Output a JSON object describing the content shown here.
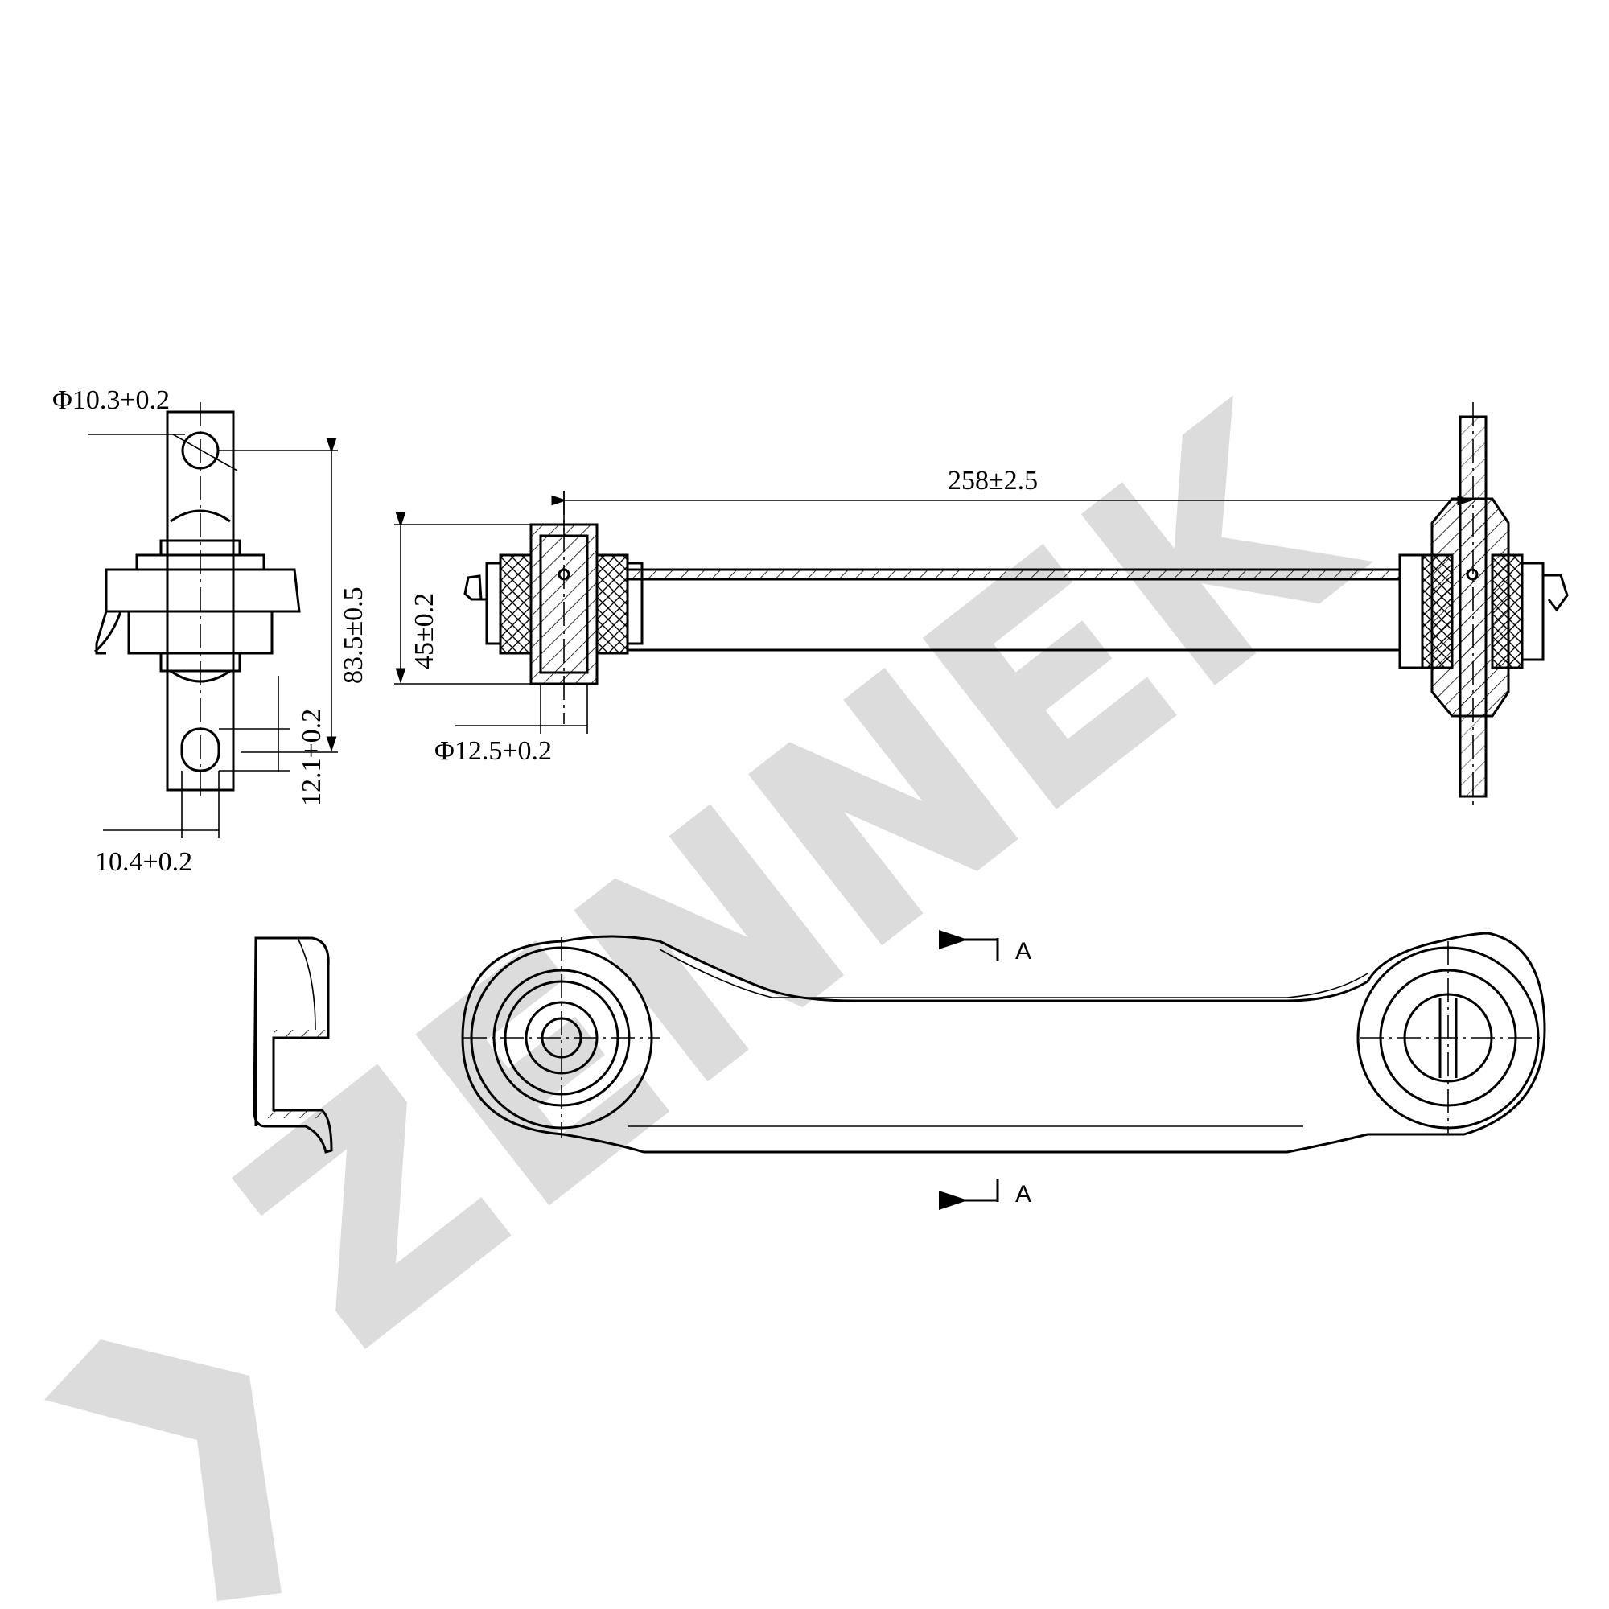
{
  "watermark": {
    "text": "ZENNEK",
    "color": "#d8d8d8"
  },
  "dimensions": {
    "bolt_hole_diameter": "Φ10.3+0.2",
    "overall_height": "83.5±0.5",
    "slot_length": "12.1+0.2",
    "slot_width": "10.4+0.2",
    "bushing_width": "45±0.2",
    "bushing_bore": "Φ12.5+0.2",
    "center_distance": "258±2.5"
  },
  "section_marks": {
    "top": "A",
    "bottom": "A"
  }
}
